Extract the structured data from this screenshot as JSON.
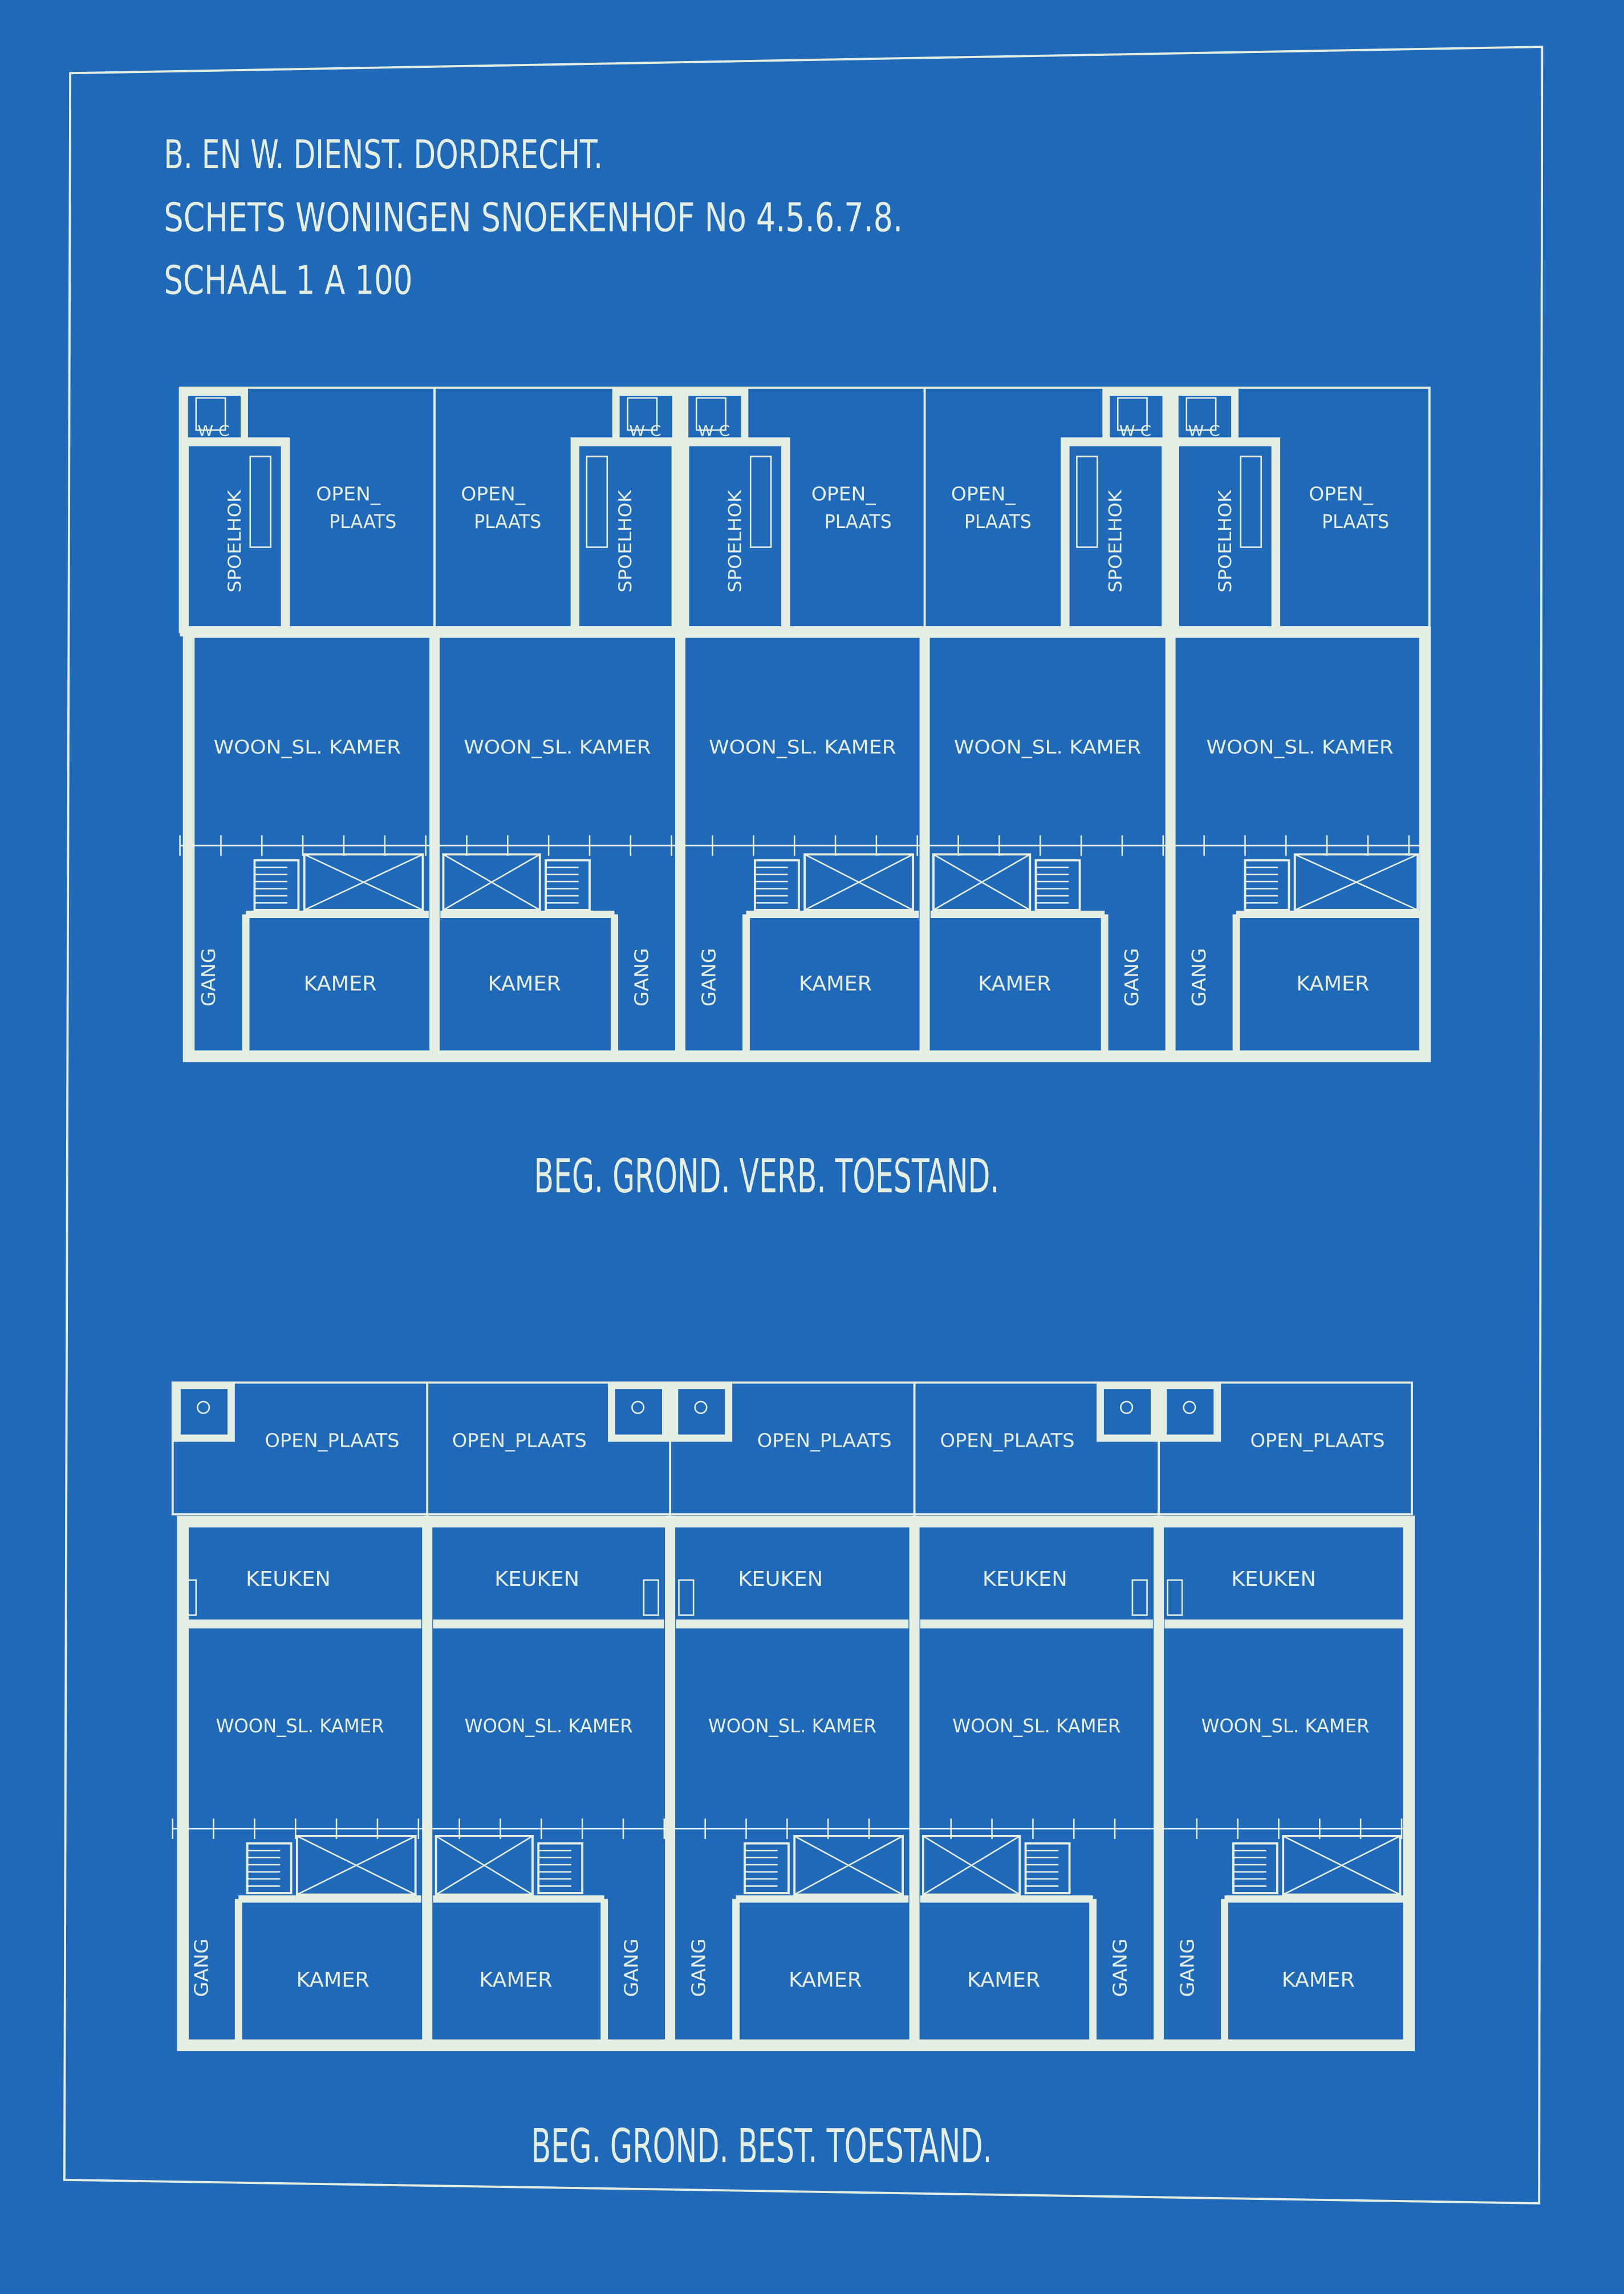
{
  "colors": {
    "paper": "#2069b8",
    "ink": "#e4eee3"
  },
  "title": {
    "line1": "B. EN W. DIENST. DORDRECHT.",
    "line2": "SCHETS WONINGEN SNOEKENHOF No 4.5.6.7.8.",
    "line3": "SCHAAL 1 A 100"
  },
  "rooms": {
    "wc": "W C",
    "open": "OPEN_",
    "plaats": "PLAATS",
    "open_plaats": "OPEN_PLAATS",
    "spoelhok": "SPOELHOK",
    "woon": "WOON_SL. KAMER",
    "kamer": "KAMER",
    "gang": "GANG",
    "keuken": "KEUKEN"
  },
  "plans": {
    "existing_caption": "BEG. GROND. VERB. TOESTAND.",
    "proposed_caption": "BEG. GROND. BEST. TOESTAND."
  }
}
